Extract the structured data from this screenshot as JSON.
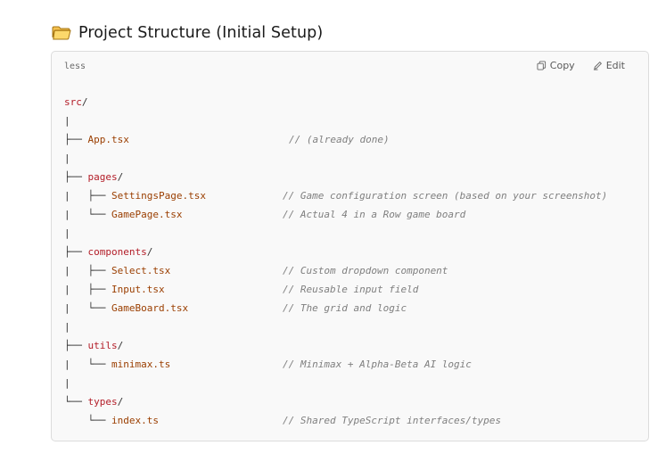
{
  "heading": {
    "icon": "folder-icon",
    "title": "Project Structure (Initial Setup)"
  },
  "code_block": {
    "language": "less",
    "copy_label": "Copy",
    "edit_label": "Edit",
    "lines": [
      {
        "tree": "",
        "name": "src",
        "suffix": "/",
        "comment": ""
      },
      {
        "tree": "|",
        "name": "",
        "suffix": "",
        "comment": ""
      },
      {
        "tree": "├── ",
        "name": "App.tsx",
        "suffix": "",
        "comment": "// (already done)"
      },
      {
        "tree": "|",
        "name": "",
        "suffix": "",
        "comment": ""
      },
      {
        "tree": "├── ",
        "name": "pages",
        "suffix": "/",
        "comment": ""
      },
      {
        "tree": "|   ├── ",
        "name": "SettingsPage.tsx",
        "suffix": "",
        "comment": "// Game configuration screen (based on your screenshot)"
      },
      {
        "tree": "|   └── ",
        "name": "GamePage.tsx",
        "suffix": "",
        "comment": "// Actual 4 in a Row game board"
      },
      {
        "tree": "|",
        "name": "",
        "suffix": "",
        "comment": ""
      },
      {
        "tree": "├── ",
        "name": "components",
        "suffix": "/",
        "comment": ""
      },
      {
        "tree": "|   ├── ",
        "name": "Select.tsx",
        "suffix": "",
        "comment": "// Custom dropdown component"
      },
      {
        "tree": "|   ├── ",
        "name": "Input.tsx",
        "suffix": "",
        "comment": "// Reusable input field"
      },
      {
        "tree": "|   └── ",
        "name": "GameBoard.tsx",
        "suffix": "",
        "comment": "// The grid and logic"
      },
      {
        "tree": "|",
        "name": "",
        "suffix": "",
        "comment": ""
      },
      {
        "tree": "├── ",
        "name": "utils",
        "suffix": "/",
        "comment": ""
      },
      {
        "tree": "|   └── ",
        "name": "minimax.ts",
        "suffix": "",
        "comment": "// Minimax + Alpha-Beta AI logic"
      },
      {
        "tree": "|",
        "name": "",
        "suffix": "",
        "comment": ""
      },
      {
        "tree": "└── ",
        "name": "types",
        "suffix": "/",
        "comment": ""
      },
      {
        "tree": "    └── ",
        "name": "index.ts",
        "suffix": "",
        "comment": "// Shared TypeScript interfaces/types"
      }
    ]
  },
  "colors": {
    "folder_name": "#b31d28",
    "file_name": "#9a3e00",
    "comment": "#7f7f7f"
  }
}
